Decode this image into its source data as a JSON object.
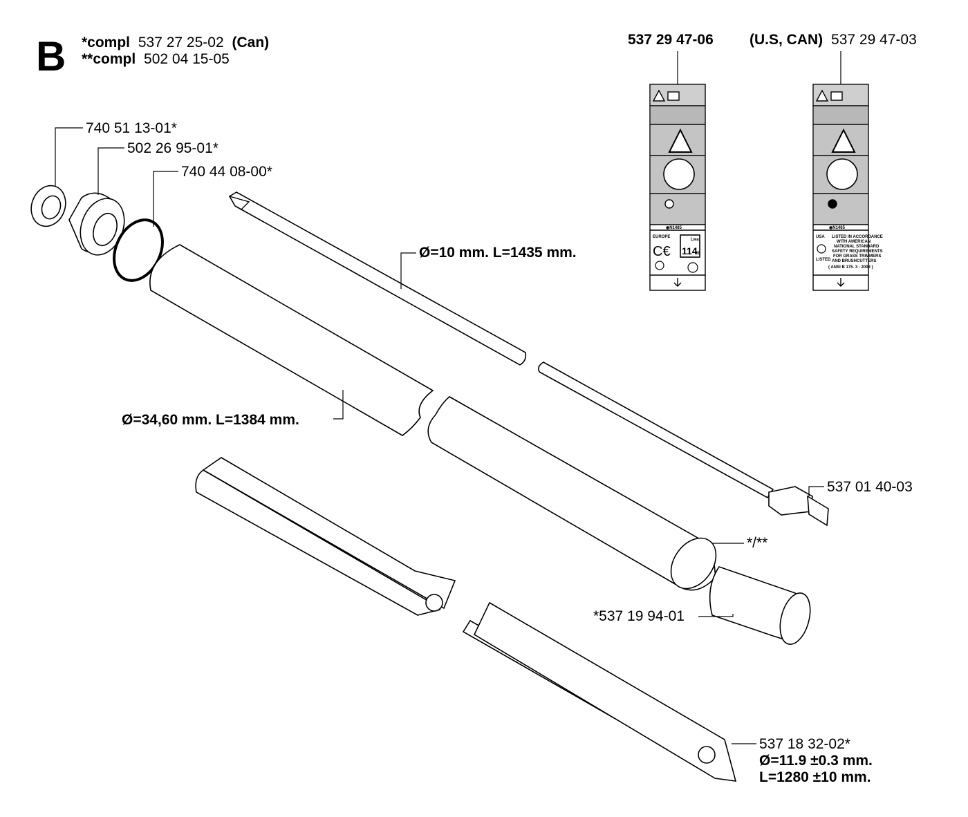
{
  "section_letter": "B",
  "header": {
    "line1": {
      "prefix": "*compl",
      "number": "537 27 25-02",
      "suffix": "(Can)"
    },
    "line2": {
      "prefix": "**compl",
      "number": "502 04 15-05"
    }
  },
  "labels": {
    "top_left": {
      "number": "537 29 47-06"
    },
    "top_right": {
      "prefix": "(U.S, CAN)",
      "number": "537 29 47-03"
    },
    "decal_code": "◉N1485",
    "left_decal": {
      "region": "EUROPE",
      "ce": "C€",
      "noise_unit": "Lwa",
      "noise_value": "114",
      "noise_db": "dB"
    },
    "right_decal": {
      "region": "USA",
      "listed": "LISTED",
      "text_lines": [
        "LISTED IN ACCORDANCE",
        "WITH AMERICAN",
        "NATIONAL STANDARD",
        "SAFETY REQUIREMENTS",
        "FOR GRASS TRIMMERS",
        "AND BRUSHCUTTERS",
        "( ANSI  B 175. 3 - 2008 )"
      ]
    }
  },
  "parts": {
    "bearing": "740 51 13-01*",
    "bushing": "502 26 95-01*",
    "oring": "740 44 08-00*",
    "drive_shaft": "Ø=10 mm. L=1435 mm.",
    "tube": "Ø=34,60 mm. L=1384 mm.",
    "shaft_end": "537 01 40-03",
    "tube_assembly": "*/**",
    "sleeve": "*537 19 94-01",
    "liner": {
      "number": "537 18 32-02*",
      "dia": "Ø=11.9 ±0.3 mm.",
      "len": "L=1280 ±10 mm."
    }
  }
}
